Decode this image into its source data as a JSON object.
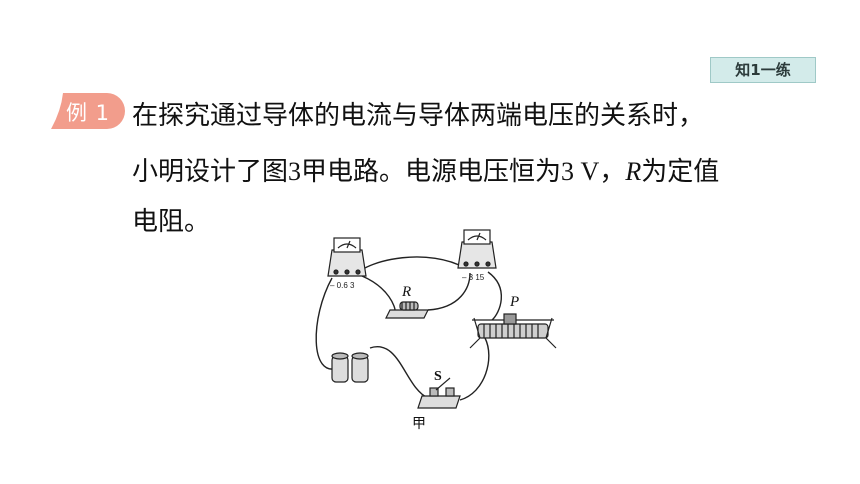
{
  "badge": "知1一练",
  "example_label": "例 1",
  "text": {
    "line1": "在探究通过导体的电流与导体两端电压的关系时，",
    "line2_a": "小明设计了图",
    "line2_num": "3",
    "line2_b": "甲电路。电源电压恒为",
    "line2_volt": "3 V",
    "line2_c": "，",
    "line2_r": "R",
    "line2_d": "为定值",
    "line3": "电阻。"
  },
  "figure": {
    "label_R": "R",
    "label_P": "P",
    "label_S": "S",
    "ammeter_scale": "– 0.6 3",
    "voltmeter_scale": "– 3 15",
    "caption": "甲"
  },
  "colors": {
    "accent": "#f29d8c",
    "badge_bg": "#d3ebea"
  }
}
